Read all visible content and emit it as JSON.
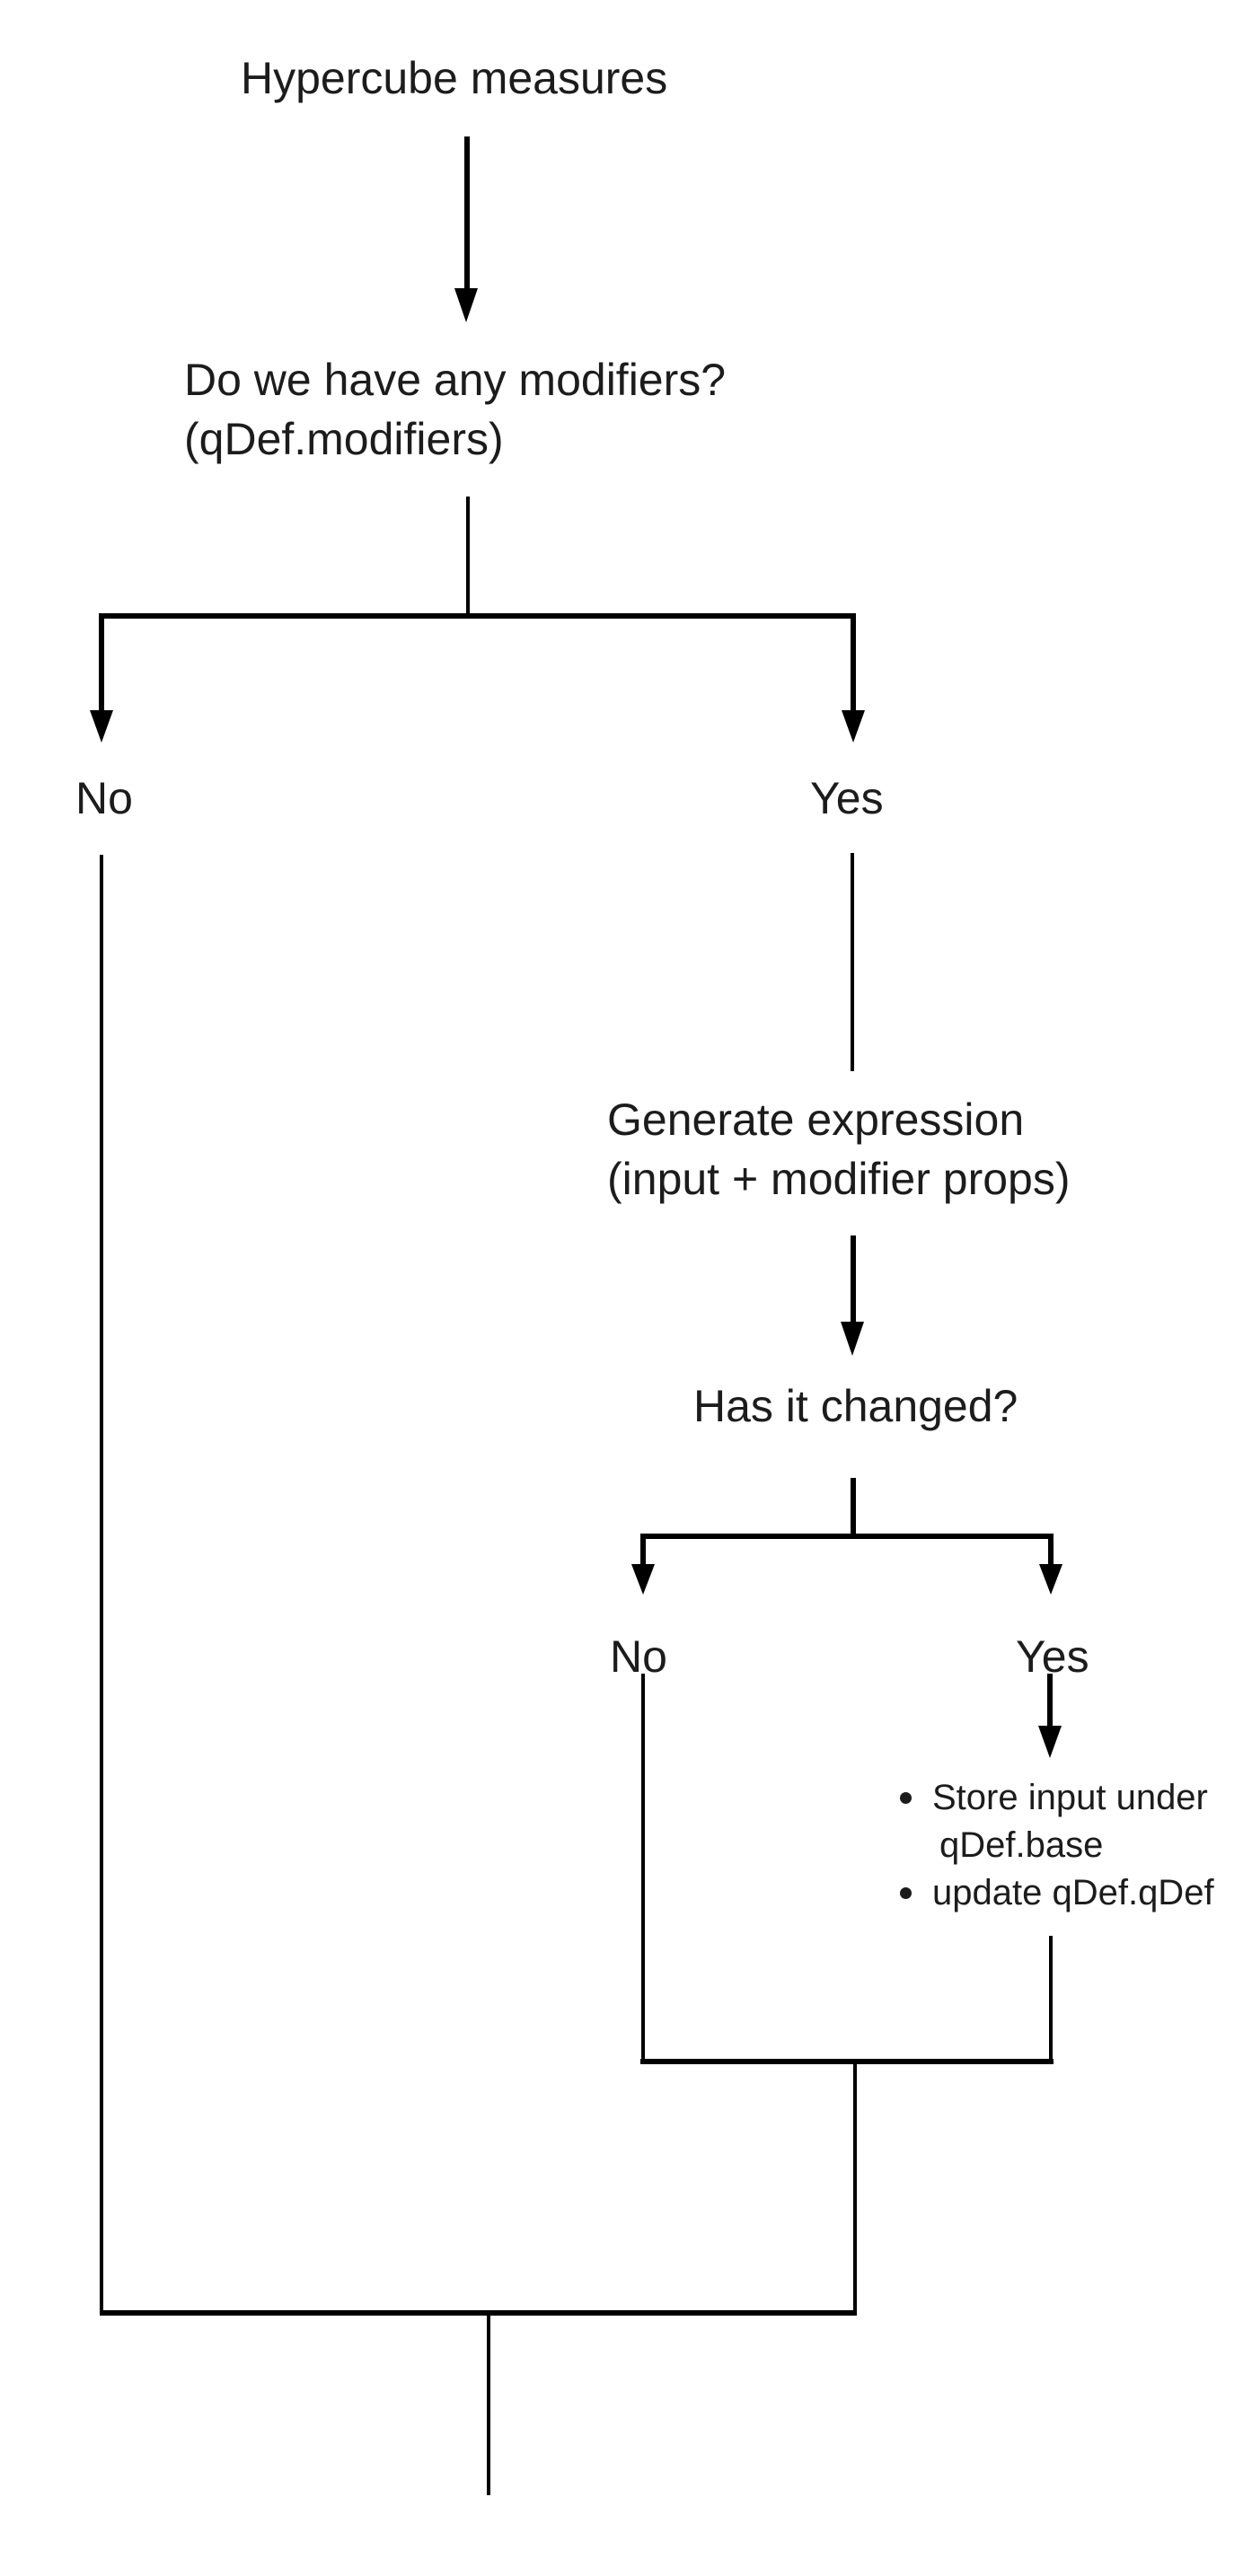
{
  "diagram_type": "flowchart",
  "colors": {
    "line": "#000000",
    "text": "#1c1c1c",
    "background": "#ffffff"
  },
  "flowchart": {
    "start_label": "Hypercube measures",
    "decision1": {
      "line1": "Do we have any modifiers?",
      "line2": "(qDef.modifiers)",
      "no_label": "No",
      "yes_label": "Yes"
    },
    "process1": {
      "line1": "Generate expression",
      "line2": "(input + modifier props)"
    },
    "decision2": {
      "label": "Has it changed?",
      "no_label": "No",
      "yes_label": "Yes"
    },
    "actions": {
      "bullet1_line1": "Store input under",
      "bullet1_line2": "qDef.base",
      "bullet2": "update qDef.qDef"
    }
  }
}
